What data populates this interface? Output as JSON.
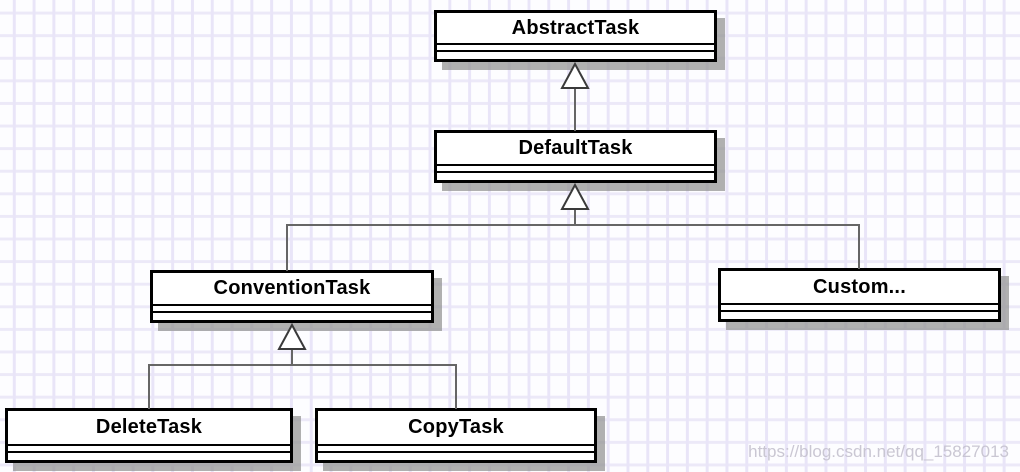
{
  "diagram": {
    "type": "uml-class-hierarchy",
    "classes": [
      {
        "name": "AbstractTask"
      },
      {
        "name": "DefaultTask"
      },
      {
        "name": "ConventionTask"
      },
      {
        "name": "Custom..."
      },
      {
        "name": "DeleteTask"
      },
      {
        "name": "CopyTask"
      }
    ],
    "relationships": [
      {
        "from": "DefaultTask",
        "to": "AbstractTask",
        "type": "generalization"
      },
      {
        "from": "ConventionTask",
        "to": "DefaultTask",
        "type": "generalization"
      },
      {
        "from": "Custom...",
        "to": "DefaultTask",
        "type": "generalization"
      },
      {
        "from": "DeleteTask",
        "to": "ConventionTask",
        "type": "generalization"
      },
      {
        "from": "CopyTask",
        "to": "ConventionTask",
        "type": "generalization"
      }
    ]
  },
  "watermark": "https://blog.csdn.net/qq_15827013",
  "colors": {
    "node_fill": "#ffffff",
    "node_border": "#000000",
    "node_shadow": "#969696",
    "connector": "#666666",
    "arrow_outline": "#3a3a3a",
    "grid_line": "#e9e5f8",
    "background": "#fdfdff",
    "watermark": "#c4c1ce"
  }
}
